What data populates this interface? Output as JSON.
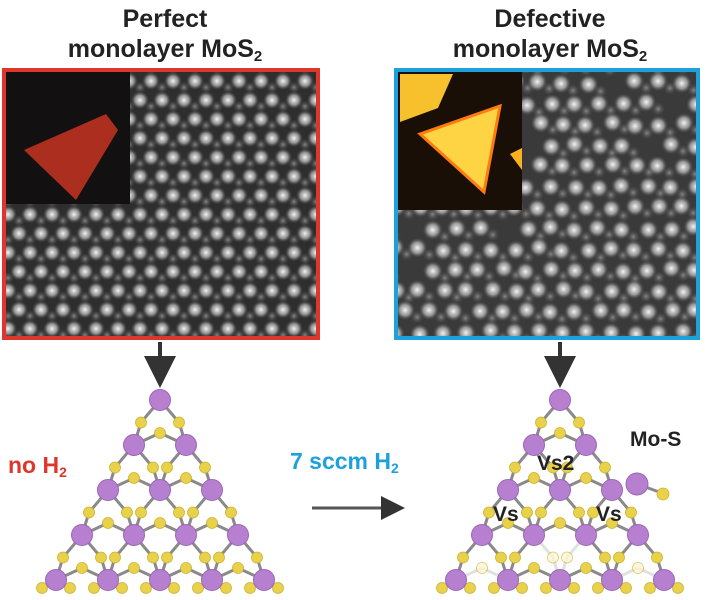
{
  "titles": {
    "left": {
      "line1": "Perfect",
      "line2": "monolayer MoS",
      "sub": "2"
    },
    "right": {
      "line1": "Defective",
      "line2": "monolayer MoS",
      "sub": "2"
    }
  },
  "conditions": {
    "left": {
      "text": "no H",
      "sub": "2"
    },
    "right": {
      "text": "7 sccm H",
      "sub": "2"
    }
  },
  "structure_labels": {
    "vs2": "Vs2",
    "vs_left": "Vs",
    "vs_right": "Vs",
    "legend": "Mo-S"
  },
  "colors": {
    "perfect_frame": "#e0352b",
    "defective_frame": "#1da1dc",
    "mo_atom": "#b77fcf",
    "s_atom": "#e9d24a",
    "bond": "#8a8a8a",
    "arrow": "#333333"
  }
}
